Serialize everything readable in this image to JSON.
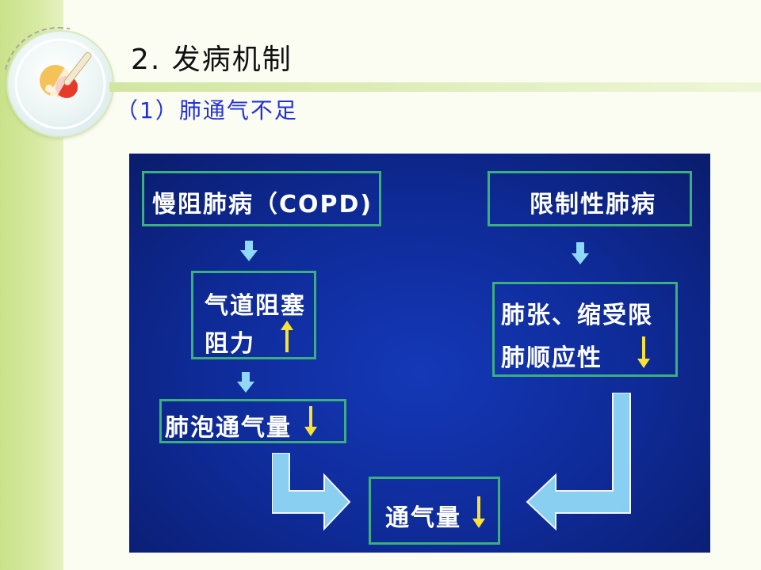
{
  "slide": {
    "title": "2. 发病机制",
    "subtitle": "（1）肺通气不足"
  },
  "diagram": {
    "copd_box": "慢阻肺病（COPD)",
    "restrictive_box": "限制性肺病",
    "airway_line1": "气道阻塞",
    "airway_line2": "阻力",
    "lung_line1": "肺张、缩受限",
    "lung_line2": "肺顺应性",
    "alveolar_box": "肺泡通气量",
    "ventilation_box": "通气量"
  },
  "colors": {
    "panel_blue": "#0e2a96",
    "box_border": "#3bb07c",
    "up_down_arrow": "#f7e23a",
    "flow_arrow": "#8fd8f7",
    "subtitle": "#2230d8"
  }
}
